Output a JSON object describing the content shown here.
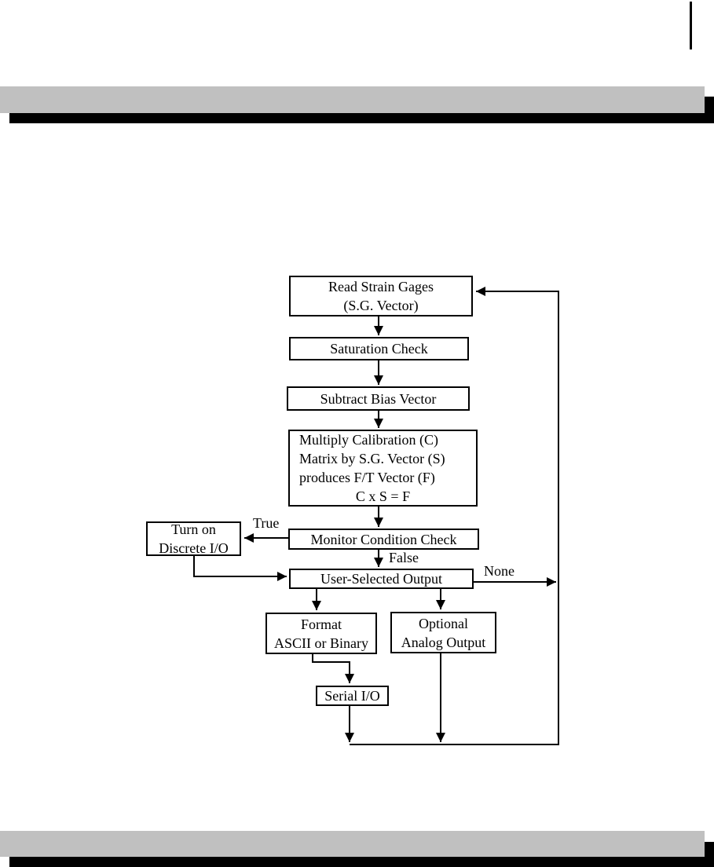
{
  "colors": {
    "page_background": "#ffffff",
    "bar_gray": "#c0c0c0",
    "bar_black": "#000000",
    "diagram_line": "#000000"
  },
  "diagram": {
    "nodes": [
      {
        "id": "read-strain-gages",
        "lines": [
          "Read Strain Gages",
          "(S.G. Vector)"
        ]
      },
      {
        "id": "saturation-check",
        "lines": [
          "Saturation Check"
        ]
      },
      {
        "id": "subtract-bias-vector",
        "lines": [
          "Subtract Bias Vector"
        ]
      },
      {
        "id": "multiply-calibration",
        "lines": [
          "Multiply Calibration (C)",
          "Matrix by S.G. Vector (S)",
          "produces F/T Vector (F)",
          "C x S = F"
        ]
      },
      {
        "id": "monitor-condition-check",
        "lines": [
          "Monitor Condition Check"
        ]
      },
      {
        "id": "turn-on-discrete-io",
        "lines": [
          "Turn on",
          "Discrete I/O"
        ]
      },
      {
        "id": "user-selected-output",
        "lines": [
          "User-Selected Output"
        ]
      },
      {
        "id": "format-ascii-or-binary",
        "lines": [
          "Format",
          "ASCII or Binary"
        ]
      },
      {
        "id": "optional-analog-output",
        "lines": [
          "Optional",
          "Analog Output"
        ]
      },
      {
        "id": "serial-io",
        "lines": [
          "Serial I/O"
        ]
      }
    ],
    "edge_labels": {
      "true": "True",
      "false": "False",
      "none": "None"
    },
    "edges": [
      {
        "from": "read-strain-gages",
        "to": "saturation-check"
      },
      {
        "from": "saturation-check",
        "to": "subtract-bias-vector"
      },
      {
        "from": "subtract-bias-vector",
        "to": "multiply-calibration"
      },
      {
        "from": "multiply-calibration",
        "to": "monitor-condition-check"
      },
      {
        "from": "monitor-condition-check",
        "to": "turn-on-discrete-io",
        "label": "True"
      },
      {
        "from": "monitor-condition-check",
        "to": "user-selected-output",
        "label": "False"
      },
      {
        "from": "turn-on-discrete-io",
        "to": "user-selected-output"
      },
      {
        "from": "user-selected-output",
        "to": "format-ascii-or-binary"
      },
      {
        "from": "user-selected-output",
        "to": "optional-analog-output"
      },
      {
        "from": "user-selected-output",
        "to": "read-strain-gages",
        "label": "None"
      },
      {
        "from": "format-ascii-or-binary",
        "to": "serial-io"
      },
      {
        "from": "serial-io",
        "to": "read-strain-gages"
      },
      {
        "from": "optional-analog-output",
        "to": "read-strain-gages"
      }
    ]
  }
}
